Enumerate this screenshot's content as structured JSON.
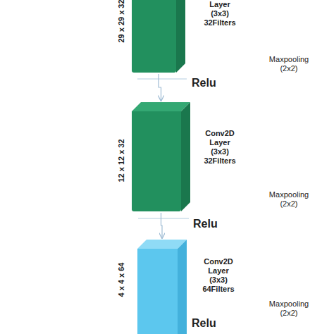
{
  "diagram": {
    "nodes": [
      {
        "text": [
          "29 x 29 x 32",
          "Layer (3x3) 32Filters"
        ]
      },
      {
        "text": [
          "12 x 12 x 32",
          "Conv2D Layer (3x3) 32Filters"
        ]
      },
      {
        "text": [
          "4 x 4 x 64",
          "Conv2D Layer (3x3) 64Filters"
        ]
      }
    ],
    "edges": [
      {
        "from": 0,
        "to": 1,
        "arrow": "to"
      },
      {
        "from": 1,
        "to": 2,
        "arrow": "to"
      }
    ],
    "labels": [
      "Maxpooling (2x2)",
      "Relu",
      "Maxpooling (2x2)",
      "Relu",
      "Maxpooling (2x2)",
      "Relu"
    ]
  }
}
